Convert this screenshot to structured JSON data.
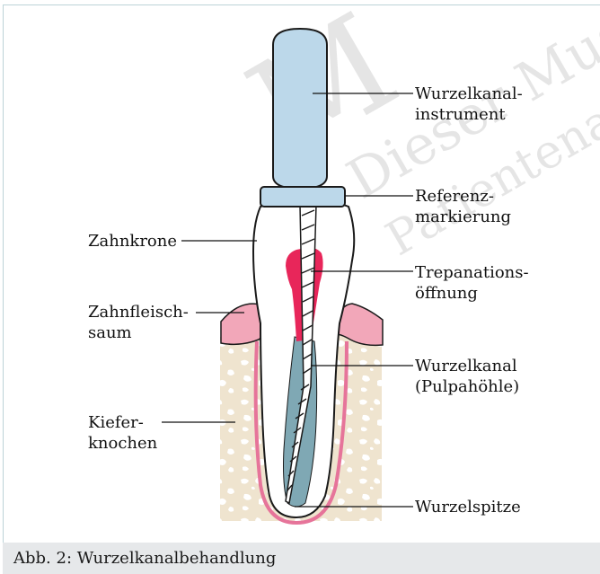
{
  "labels": {
    "instrument": [
      "Wurzelkanal-",
      "instrument"
    ],
    "reference_mark": [
      "Referenz-",
      "markierung"
    ],
    "crown": [
      "Zahnkrone"
    ],
    "trepanation": [
      "Trepanations-",
      "öffnung"
    ],
    "gum": [
      "Zahnfleisch-",
      "saum"
    ],
    "root_canal": [
      "Wurzelkanal",
      "(Pulpahöhle)"
    ],
    "jawbone": [
      "Kiefer-",
      "knochen"
    ],
    "root_tip": [
      "Wurzelspitze"
    ]
  },
  "caption": "Abb. 2: Wurzelkanalbehandlung",
  "watermark": [
    "M",
    "Dieser Muster",
    "Patientenaufk"
  ],
  "colors": {
    "instrument": "#bcd8ea",
    "bone": "#efe4cf",
    "gum": "#f2a7b9",
    "pulp": "#e8265a",
    "canal_fill": "#7fa8b4",
    "root_line": "#e6749a"
  }
}
